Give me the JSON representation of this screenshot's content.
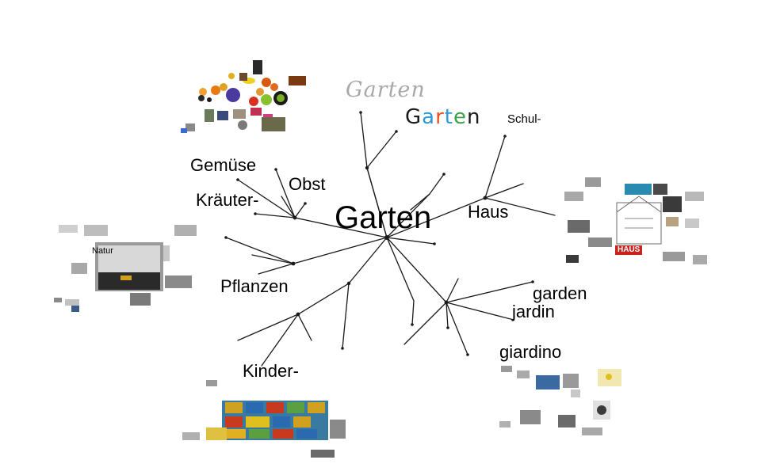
{
  "diagram": {
    "center_label": "Garten",
    "handwritten_top": "Garten",
    "handwritten_colored": [
      "G",
      "a",
      "r",
      "t",
      "e",
      "n"
    ],
    "handwritten_colors": [
      "#1a1a1a",
      "#2a9ad6",
      "#e8541c",
      "#2a9ad6",
      "#3aa14a",
      "#1a1a1a"
    ],
    "branches": {
      "gemuese": "Gemüse",
      "obst": "Obst",
      "kraeuter": "Kräuter-",
      "pflanzen": "Pflanzen",
      "kinder": "Kinder-",
      "haus": "Haus",
      "schul": "Schul-",
      "garden": "garden",
      "jardin": "jardin",
      "giardino": "giardino"
    },
    "cluster_labels": {
      "natur": "Natur",
      "haus_sign": "HAUS"
    }
  }
}
